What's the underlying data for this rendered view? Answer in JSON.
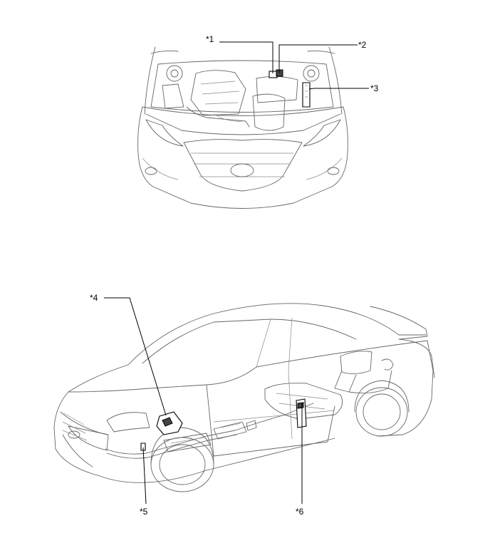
{
  "callouts": {
    "c1": "*1",
    "c2": "*2",
    "c3": "*3",
    "c4": "*4",
    "c5": "*5",
    "c6": "*6"
  }
}
